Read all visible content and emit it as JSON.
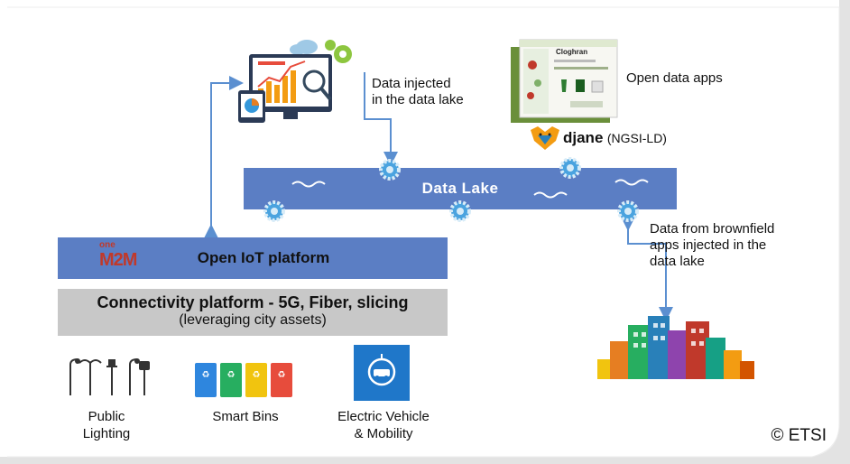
{
  "data_lake": {
    "label": "Data Lake"
  },
  "iot_platform": {
    "label": "Open IoT platform",
    "logo_text_top": "one",
    "logo_text_main": "M2M"
  },
  "connectivity": {
    "title": "Connectivity platform - 5G, Fiber, slicing",
    "subtitle": "(leveraging city assets)"
  },
  "annotations": {
    "data_injected_line1": "Data injected",
    "data_injected_line2": "in the data lake",
    "open_data_apps": "Open data apps",
    "djane_name": "djane",
    "djane_suffix": "(NGSI-LD)",
    "brownfield_line1": "Data from brownfield",
    "brownfield_line2": "apps injected in the",
    "brownfield_line3": "data lake"
  },
  "app_screen": {
    "title": "Cloghran"
  },
  "assets": [
    {
      "line1": "Public",
      "line2": "Lighting",
      "icon": "street-light-icon"
    },
    {
      "line1": "Smart Bins",
      "line2": "",
      "icon": "smart-bin-icon"
    },
    {
      "line1": "Electric Vehicle",
      "line2": "& Mobility",
      "icon": "ev-charging-icon"
    }
  ],
  "colors": {
    "blue_band": "#5b7ec4",
    "grey_band": "#c8c8c8",
    "arrow": "#5b8fd0",
    "gear": "#4aa3df"
  },
  "copyright": "© ETSI"
}
